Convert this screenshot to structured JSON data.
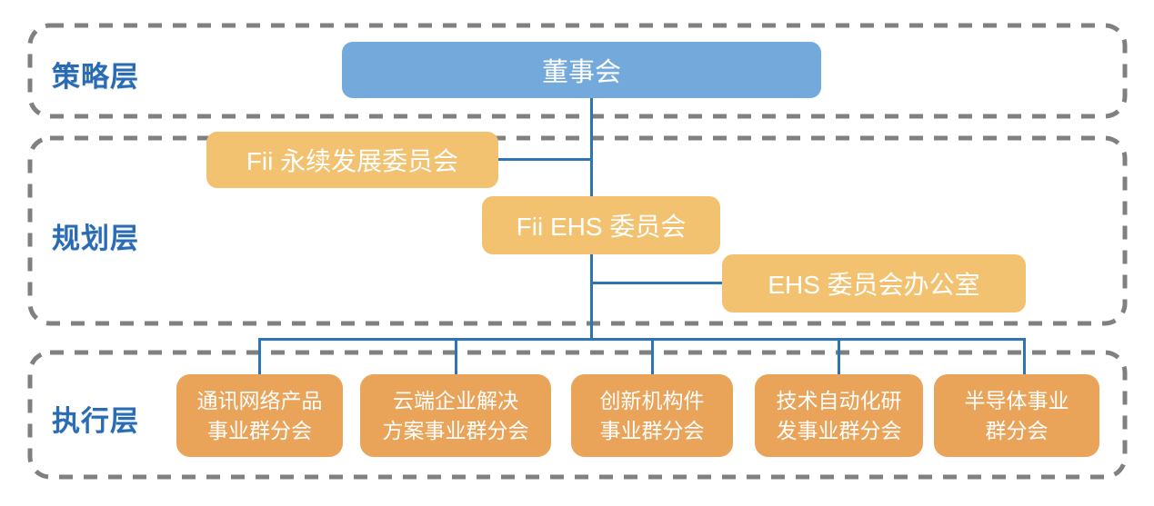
{
  "layers": [
    {
      "label": "策略层"
    },
    {
      "label": "规划层"
    },
    {
      "label": "执行层"
    }
  ],
  "nodes": {
    "board": {
      "label": "董事会"
    },
    "sustainability_committee": {
      "label": "Fii 永续发展委员会"
    },
    "ehs_committee": {
      "label": "Fii EHS 委员会"
    },
    "ehs_office": {
      "label": "EHS 委员会办公室"
    },
    "division_1": {
      "label": "通讯网络产品\n事业群分会"
    },
    "division_2": {
      "label": "云端企业解决\n方案事业群分会"
    },
    "division_3": {
      "label": "创新机构件\n事业群分会"
    },
    "division_4": {
      "label": "技术自动化研\n发事业群分会"
    },
    "division_5": {
      "label": "半导体事业\n群分会"
    }
  },
  "colors": {
    "board_fill": "#74A9DB",
    "committee_fill": "#F2C270",
    "division_fill": "#E9A45A",
    "connector_blue": "#2E75B6",
    "layer_label_blue": "#2A6CB3",
    "frame_dash_gray": "#808080",
    "node_text": "#FFFFFF"
  }
}
